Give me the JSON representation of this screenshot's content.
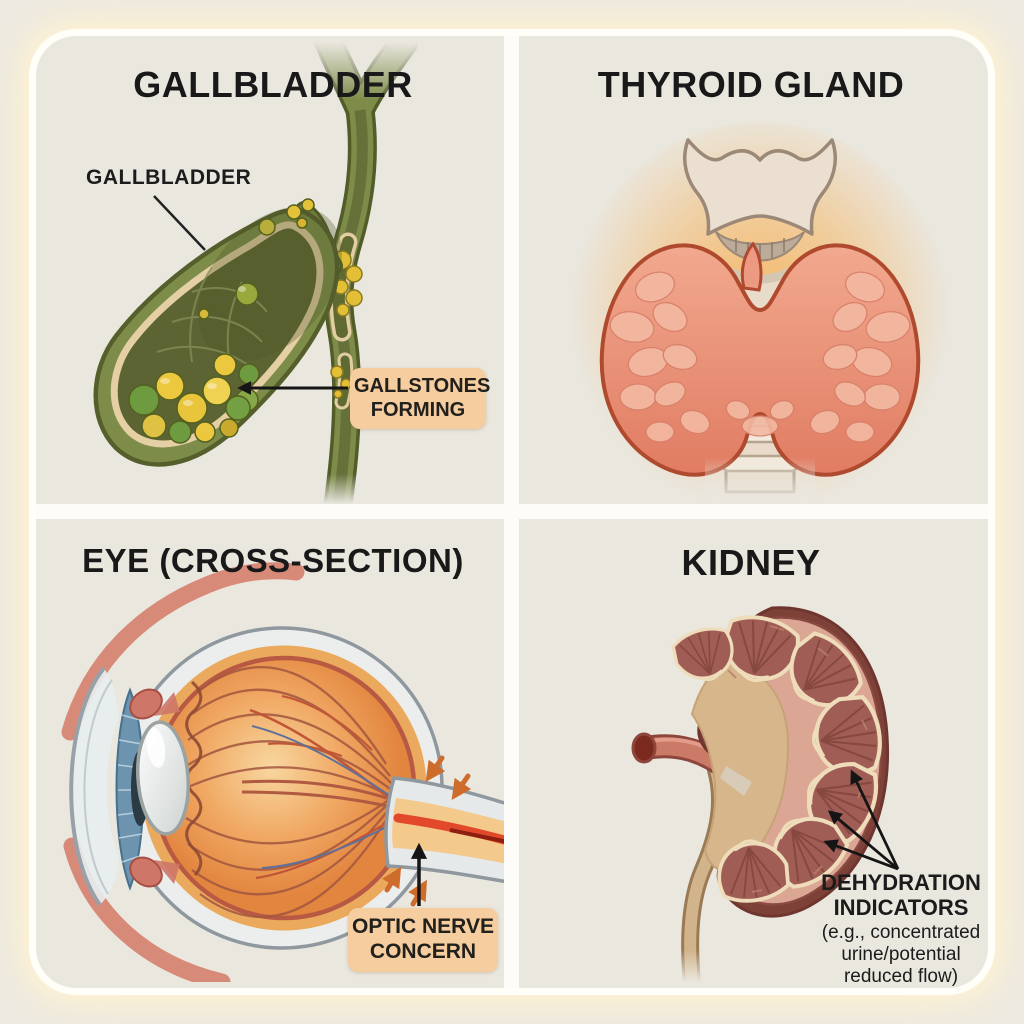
{
  "panels": {
    "gallbladder": {
      "title": "GALLBLADDER",
      "organ_label": "GALLBLADDER",
      "callout_text": "GALLSTONES FORMING"
    },
    "thyroid": {
      "title": "THYROID GLAND"
    },
    "eye": {
      "title": "EYE (CROSS-SECTION)",
      "callout_text": "OPTIC NERVE CONCERN"
    },
    "kidney": {
      "title": "KIDNEY",
      "annotation_heading": "DEHYDRATION INDICATORS",
      "annotation_detail": "(e.g., concentrated urine/potential reduced flow)"
    }
  },
  "colors": {
    "page_background": "#edeae2",
    "panel_background": "#eae7df",
    "frame_line": "#fffef8",
    "title_text": "#191919",
    "callout_background": "#f6cd9e",
    "annotation_arrow_black": "#151515",
    "pressure_arrow_orange": "#ce6c2c",
    "gallbladder_green": "#7d8c49",
    "gallstone_yellow": "#ecc83e",
    "thyroid_pink": "#ec9a81",
    "thyroid_glow_orange": "#f6b561",
    "eye_interior_orange": "#f0a863",
    "kidney_brown": "#7d4138"
  }
}
